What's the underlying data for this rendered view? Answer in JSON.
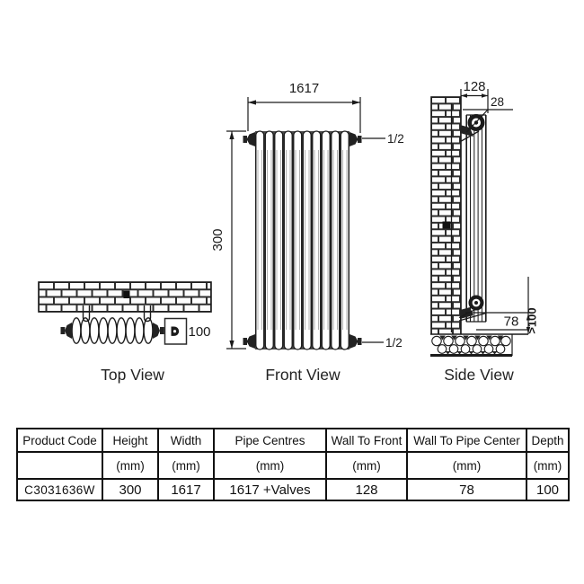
{
  "views": {
    "top": {
      "label": "Top View",
      "depth_dim": "100"
    },
    "front": {
      "label": "Front View",
      "width_dim": "1617",
      "height_dim": "300",
      "tapping_top": "1/2",
      "tapping_bottom": "1/2"
    },
    "side": {
      "label": "Side View",
      "wall_to_front_dim": "128",
      "wall_gap_dim": "28",
      "wall_to_pipe_dim": "78",
      "floor_clearance_dim": ">100"
    }
  },
  "table": {
    "headers": [
      "Product Code",
      "Height",
      "Width",
      "Pipe Centres",
      "Wall To Front",
      "Wall To Pipe Center",
      "Depth"
    ],
    "units": [
      "",
      "(mm)",
      "(mm)",
      "(mm)",
      "(mm)",
      "(mm)",
      "(mm)"
    ],
    "rows": [
      [
        "C3031636W",
        "300",
        "1617",
        "1617 +Valves",
        "128",
        "78",
        "100"
      ]
    ]
  },
  "colors": {
    "line": "#1a1a1a",
    "fill_dark": "#222222",
    "background": "#ffffff"
  }
}
